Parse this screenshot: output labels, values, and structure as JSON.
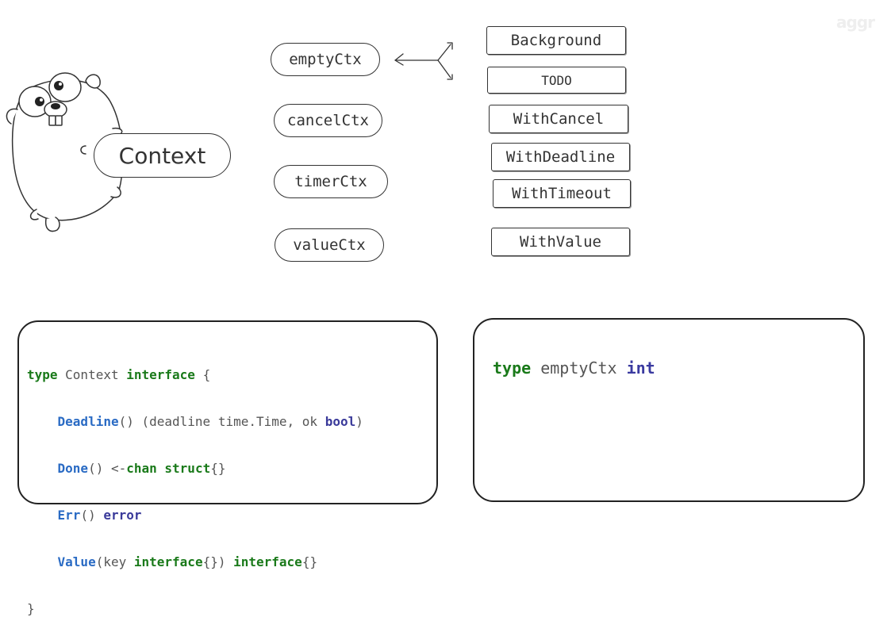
{
  "watermark": "aggr",
  "main_label": "Context",
  "impl_types": [
    {
      "label": "emptyCtx"
    },
    {
      "label": "cancelCtx"
    },
    {
      "label": "timerCtx"
    },
    {
      "label": "valueCtx"
    }
  ],
  "constructors": [
    {
      "label": "Background"
    },
    {
      "label": "TODO"
    },
    {
      "label": "WithCancel"
    },
    {
      "label": "WithDeadline"
    },
    {
      "label": "WithTimeout"
    },
    {
      "label": "WithValue"
    }
  ],
  "code_interface": {
    "l1": {
      "kw_type": "type",
      "name": " Context ",
      "kw_interface": "interface",
      "brace": " {"
    },
    "l2": {
      "indent": "    ",
      "fn": "Deadline",
      "args": "() (deadline time.Time, ok ",
      "ty": "bool",
      "close": ")"
    },
    "l3": {
      "indent": "    ",
      "fn": "Done",
      "args": "() <-",
      "kw_chan": "chan",
      "sp": " ",
      "kw_struct": "struct",
      "braces": "{}"
    },
    "l4": {
      "indent": "    ",
      "fn": "Err",
      "args": "() ",
      "ty": "error"
    },
    "l5": {
      "indent": "    ",
      "fn": "Value",
      "a1": "(key ",
      "kw1": "interface",
      "a2": "{}) ",
      "kw2": "interface",
      "a3": "{}"
    },
    "l6": {
      "close": "}"
    }
  },
  "code_empty": {
    "kw_type": "type",
    "name": " emptyCtx ",
    "ty": "int"
  }
}
